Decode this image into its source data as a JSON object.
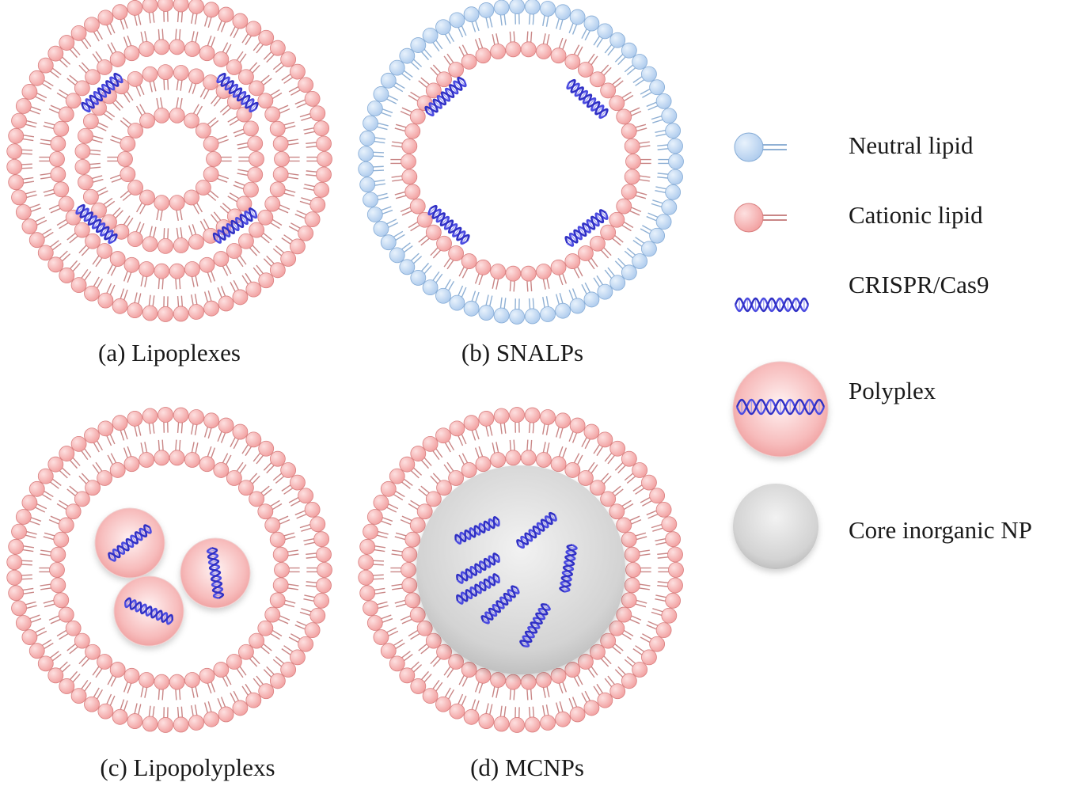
{
  "panels": [
    {
      "id": "lipoplexes",
      "caption": "(a) Lipoplexes",
      "type": "double-bilayer",
      "lipids": [
        "cationic"
      ],
      "cargo": "CRISPR/Cas9"
    },
    {
      "id": "snalps",
      "caption": "(b) SNALPs",
      "type": "bilayer",
      "lipids": [
        "neutral",
        "cationic"
      ],
      "cargo": "CRISPR/Cas9"
    },
    {
      "id": "lipopolyplexs",
      "caption": "(c) Lipopolyplexs",
      "type": "bilayer",
      "lipids": [
        "cationic"
      ],
      "cargo": "Polyplex"
    },
    {
      "id": "mcnps",
      "caption": "(d) MCNPs",
      "type": "bilayer",
      "lipids": [
        "cationic"
      ],
      "cargo": "Core inorganic NP"
    }
  ],
  "legend": [
    {
      "key": "neutral",
      "label": "Neutral lipid",
      "icon": "neutral-lipid-icon"
    },
    {
      "key": "cationic",
      "label": "Cationic lipid",
      "icon": "cationic-lipid-icon"
    },
    {
      "key": "crispr",
      "label": "CRISPR/Cas9",
      "icon": "dna-helix-icon"
    },
    {
      "key": "polyplex",
      "label": "Polyplex",
      "icon": "polyplex-icon"
    },
    {
      "key": "core",
      "label": "Core inorganic NP",
      "icon": "core-np-icon"
    }
  ],
  "colors": {
    "cationic_head": "#f2a4a4",
    "cationic_head_stroke": "#d98080",
    "cationic_tail": "#c98686",
    "neutral_head": "#b9d5f2",
    "neutral_head_stroke": "#86acd6",
    "neutral_tail": "#8fb0d4",
    "dna": "#4a4ae0",
    "polyplex": "#f7b6b6",
    "core": "#d8d8d8"
  }
}
